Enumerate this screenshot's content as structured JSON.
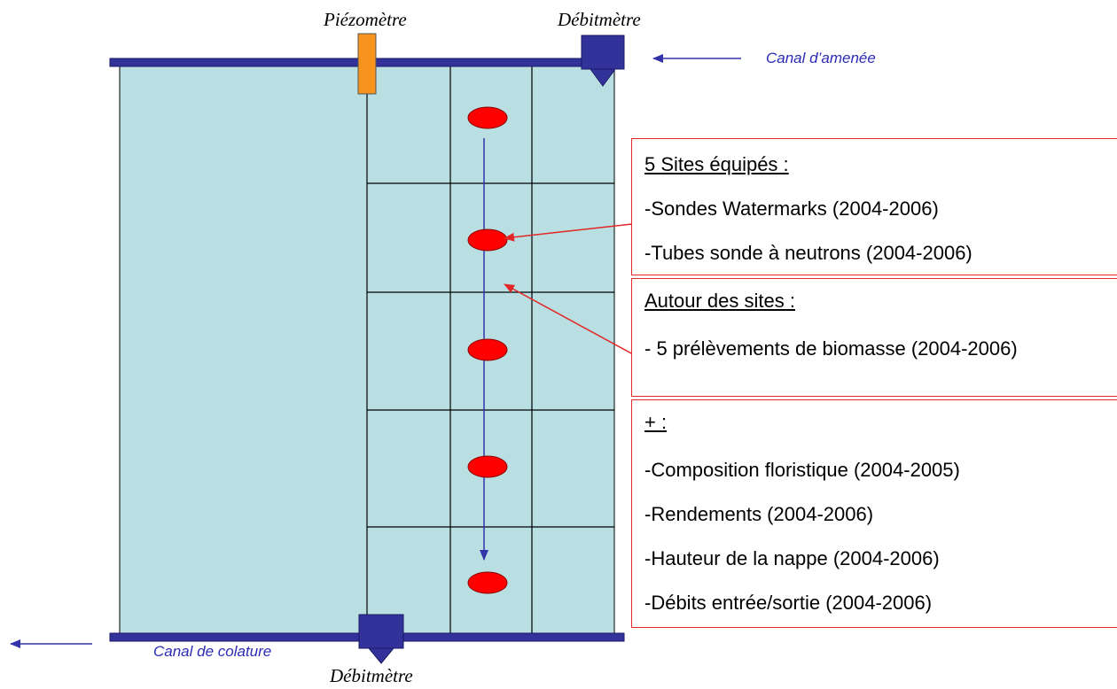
{
  "labels": {
    "piezometre": "Piézomètre",
    "debitmetre_top": "Débitmètre",
    "debitmetre_bottom": "Débitmètre",
    "canal_amenee": "Canal d’amenée",
    "canal_colature": "Canal de colature"
  },
  "box_sites": {
    "title": "5 Sites équipés :",
    "items": [
      "-Sondes Watermarks (2004-2006)",
      "-Tubes sonde à neutrons (2004-2006)"
    ]
  },
  "box_autour": {
    "title": "Autour des sites :",
    "items": [
      "- 5 prélèvements de biomasse (2004-2006)"
    ]
  },
  "box_plus": {
    "title": "+ :",
    "items": [
      "-Composition floristique (2004-2005)",
      "-Rendements (2004-2006)",
      "-Hauteur de la nappe (2004-2006)",
      "-Débits entrée/sortie (2004-2006)"
    ]
  },
  "colors": {
    "field": "#b9dfe2",
    "canal": "#32329a",
    "piezometer": "#f7941d",
    "site": "#ff0000",
    "arrow_blue": "#3333aa",
    "arrow_red": "#e32626"
  }
}
